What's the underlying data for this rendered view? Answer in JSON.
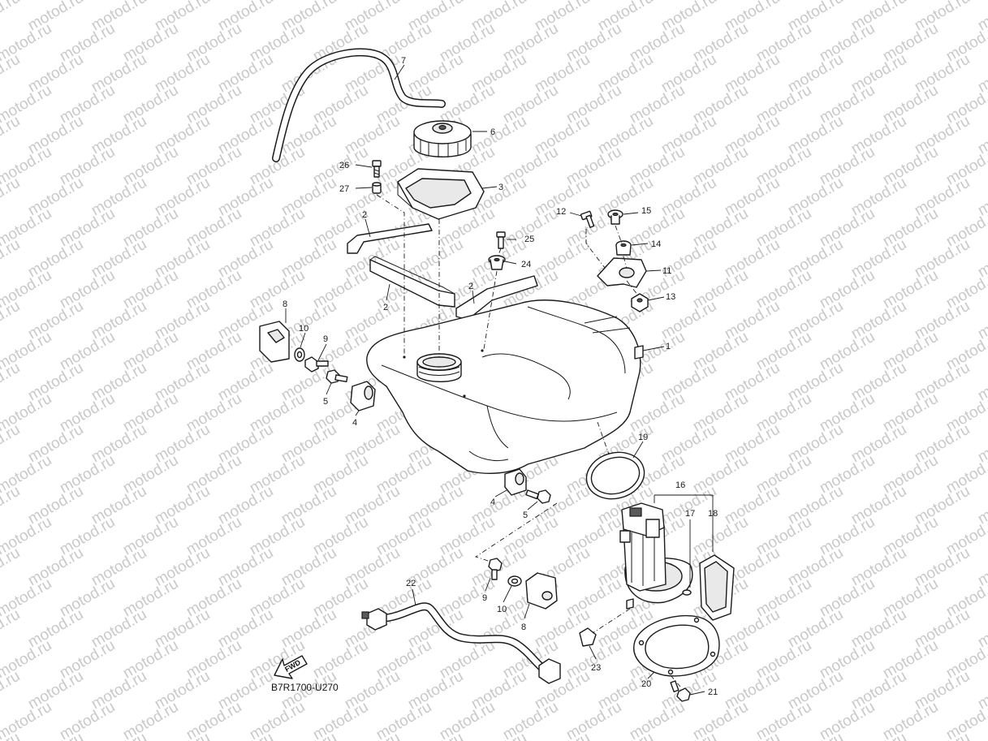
{
  "watermark": "motod.ru",
  "diagram_code": "B7R1700-U270",
  "fwd_label": "FWD",
  "callouts": {
    "c1": "1",
    "c2a": "2",
    "c2b": "2",
    "c2c": "2",
    "c3": "3",
    "c4a": "4",
    "c4b": "4",
    "c5a": "5",
    "c5b": "5",
    "c6": "6",
    "c7": "7",
    "c8a": "8",
    "c8b": "8",
    "c9a": "9",
    "c9b": "9",
    "c10a": "10",
    "c10b": "10",
    "c11": "11",
    "c12": "12",
    "c13": "13",
    "c14": "14",
    "c15": "15",
    "c16": "16",
    "c17": "17",
    "c18": "18",
    "c19": "19",
    "c20": "20",
    "c21": "21",
    "c22": "22",
    "c23": "23",
    "c24": "24",
    "c25": "25",
    "c26": "26",
    "c27": "27"
  }
}
